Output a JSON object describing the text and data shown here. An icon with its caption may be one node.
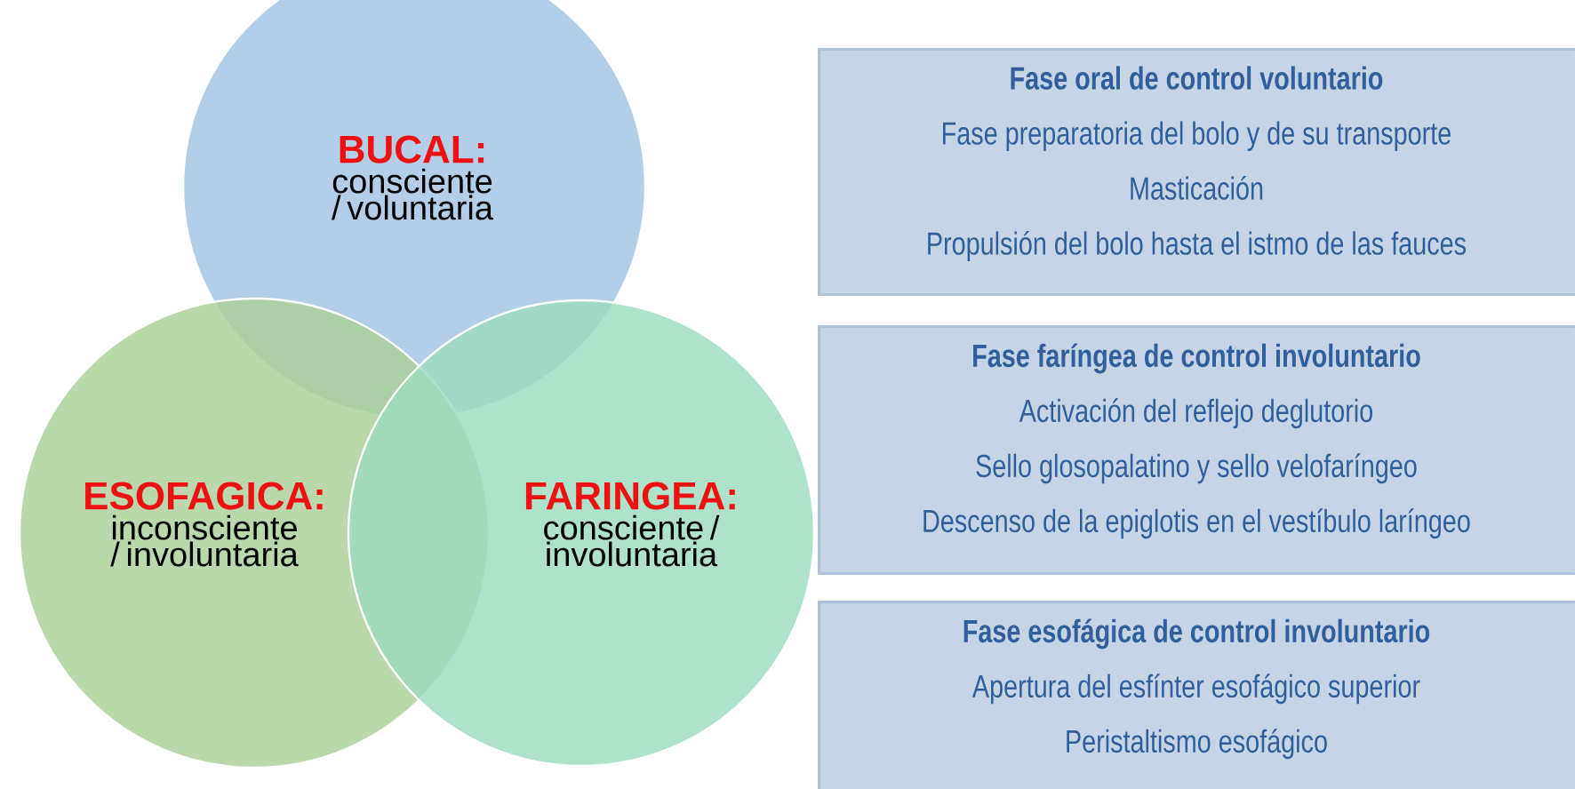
{
  "diagram": {
    "nodes": [
      {
        "text": [
          "BUCAL:",
          "consciente / voluntaria"
        ]
      },
      {
        "text": [
          "ESOFAGICA:",
          "inconsciente / involuntaria"
        ]
      },
      {
        "text": [
          "FARINGEA:",
          "consciente / involuntaria"
        ]
      },
      {
        "text": [
          "Fase oral de control voluntario",
          "Fase preparatoria del bolo y de su transporte",
          "Masticación",
          "Propulsión del bolo hasta el istmo de las fauces"
        ]
      },
      {
        "text": [
          "Fase faríngea de control involuntario",
          "Activación del reflejo deglutorio",
          "Sello glosopalatino y sello velofaríngeo",
          "Descenso de la epiglotis en el vestíbulo laríngeo"
        ]
      },
      {
        "text": [
          "Fase esofágica de control involuntario",
          "Apertura del esfínter esofágico superior",
          "Peristaltismo esofágico"
        ]
      }
    ]
  }
}
